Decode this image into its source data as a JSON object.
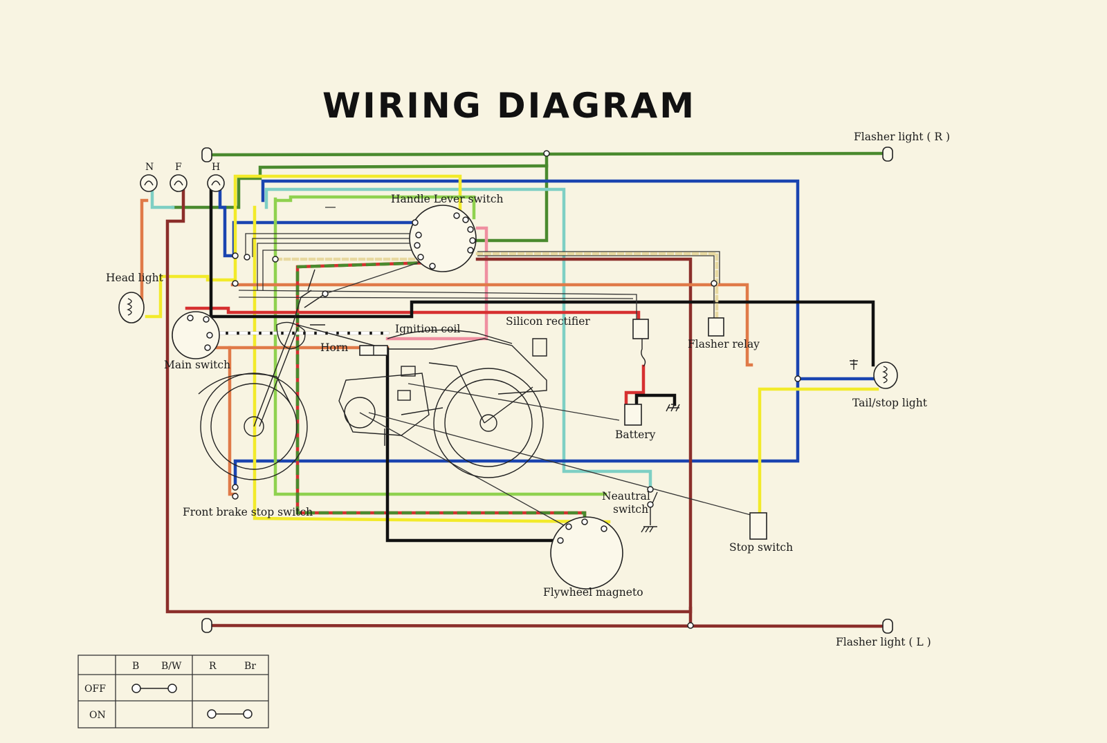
{
  "title": "WIRING  DIAGRAM",
  "labels": {
    "flasher_r": "Flasher light ( R )",
    "flasher_l": "Flasher light ( L )",
    "headlight": "Head light",
    "n": "N",
    "f": "F",
    "h": "H",
    "handle_lever_switch": "Handle Lever switch",
    "ignition_coil": "Ignition coil",
    "silicon_rectifier": "Silicon rectifier",
    "horn": "Horn",
    "main_switch": "Main switch",
    "flasher_relay": "Flasher relay",
    "battery": "Battery",
    "tail_stop_light": "Tail/stop light",
    "front_brake_stop_switch": "Front brake stop switch",
    "neutral_switch_1": "Neautral",
    "neutral_switch_2": "switch",
    "stop_switch": "Stop switch",
    "flywheel_magneto": "Flywheel magneto"
  },
  "switch_table": {
    "columns": [
      "B",
      "B/W",
      "R",
      "Br"
    ],
    "rows": [
      {
        "label": "OFF",
        "connects": [
          "B",
          "B/W"
        ]
      },
      {
        "label": "ON",
        "connects": [
          "R",
          "Br"
        ]
      }
    ]
  },
  "wire_colors": {
    "green": "#4a8a2e",
    "blue": "#1a44b0",
    "yellow": "#f2ea2a",
    "light_green": "#8fd14f",
    "sky_blue": "#7ecfc4",
    "brown": "#8b2e2a",
    "orange": "#e07a48",
    "red": "#d63030",
    "pink": "#ef8fa0",
    "black": "#111111"
  }
}
